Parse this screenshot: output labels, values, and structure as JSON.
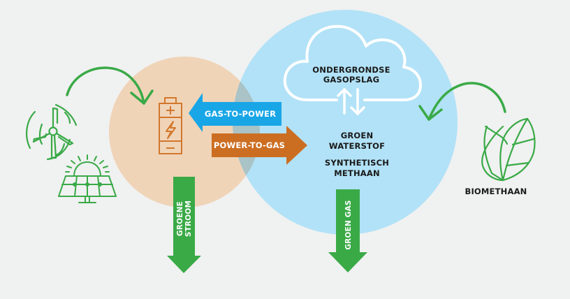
{
  "colors": {
    "background": "#f0f1f1",
    "orange_circle": "#f0d4b8",
    "blue_circle": "#b2e2f7",
    "overlap": "#a9c3c6",
    "green": "#3aaa47",
    "blue_arrow": "#19a6e6",
    "orange_arrow": "#cc6e22",
    "battery": "#d2772c",
    "text_dark": "#1a1a1a",
    "text_light": "#ffffff"
  },
  "labels": {
    "storage_line1": "ONDERGRONDSE",
    "storage_line2": "GASOPSLAG",
    "gas_to_power": "GAS-TO-POWER",
    "power_to_gas": "POWER-TO-GAS",
    "hydrogen_line1": "GROEN",
    "hydrogen_line2": "WATERSTOF",
    "methane_line1": "SYNTHETISCH",
    "methane_line2": "METHAAN",
    "biomethane": "BIOMETHAAN",
    "green_power_line1": "GROENE",
    "green_power_line2": "STROOM",
    "green_gas": "GROEN GAS"
  },
  "icons": {
    "wind": "wind-turbine-icon",
    "solar": "solar-panel-icon",
    "battery": "battery-icon",
    "cloud": "cloud-icon",
    "leaves": "leaves-icon"
  }
}
